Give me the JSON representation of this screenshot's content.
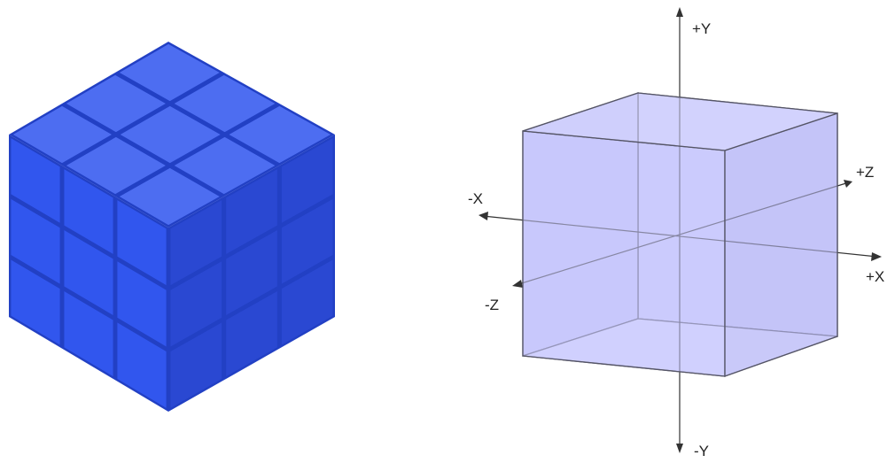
{
  "colors": {
    "cube_top": "#4d6df1",
    "cube_left": "#3156ee",
    "cube_right": "#2a48d2",
    "cube_edge": "#2240c4",
    "box_fill": "#ccccff",
    "box_stroke": "#555566",
    "axis": "#333333"
  },
  "diagram": {
    "cube": {
      "grid_size": 3
    },
    "axes": {
      "pos_y": "+Y",
      "neg_y": "-Y",
      "pos_x": "+X",
      "neg_x": "-X",
      "pos_z": "+Z",
      "neg_z": "-Z"
    }
  }
}
